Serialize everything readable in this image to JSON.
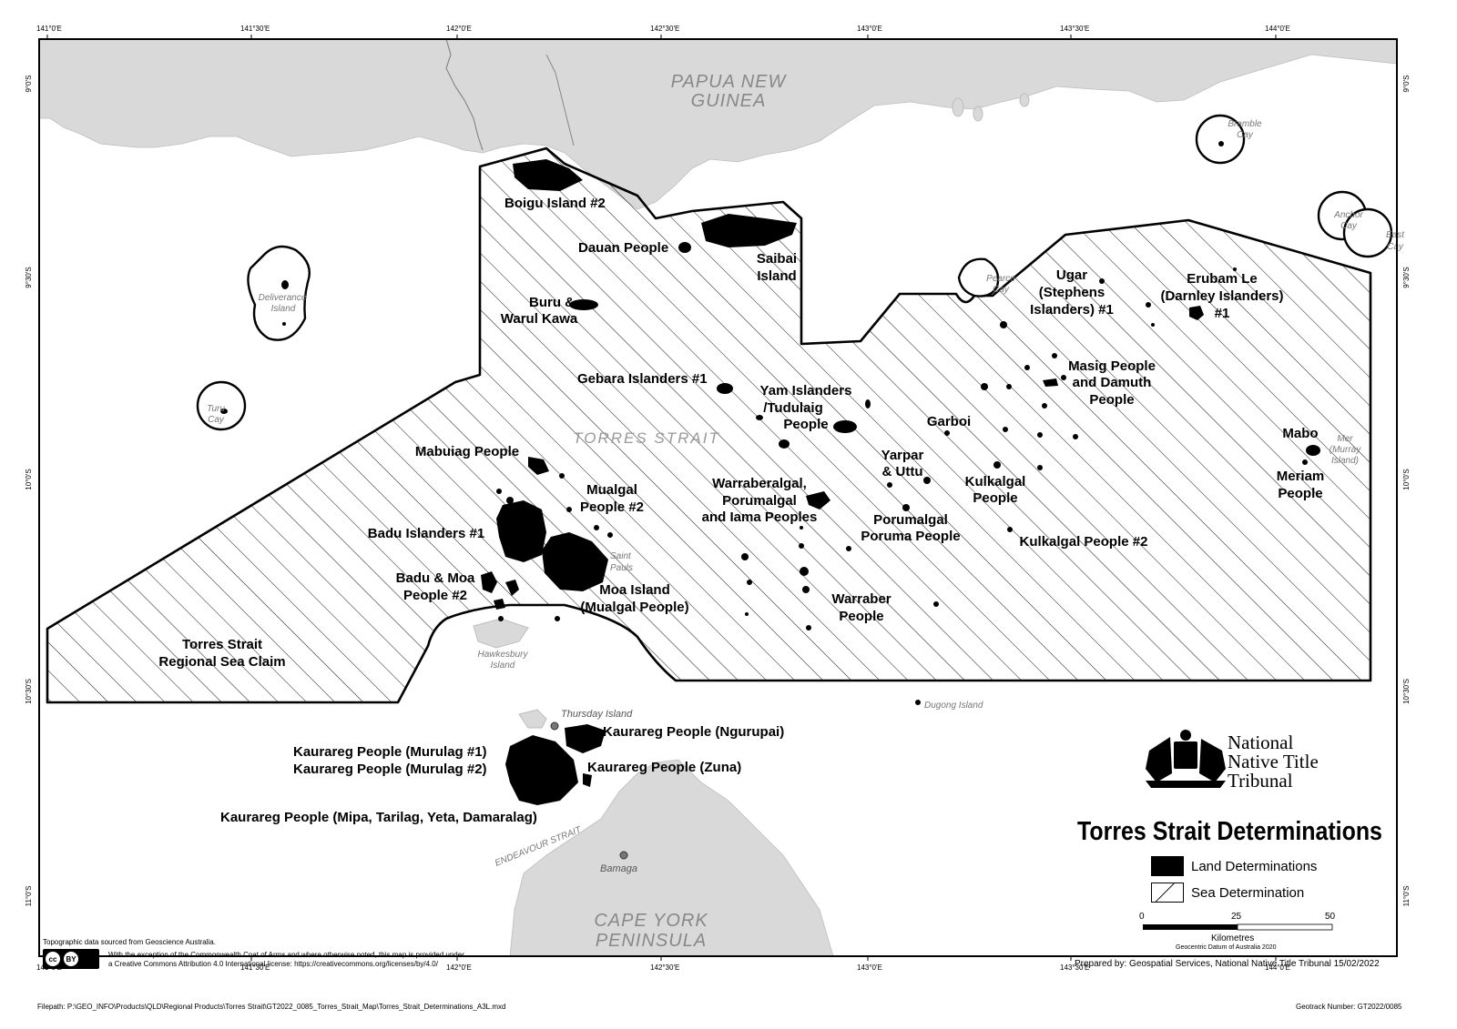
{
  "map": {
    "graticule": {
      "top_labels": [
        "141°0'E",
        "141°30'E",
        "142°0'E",
        "142°30'E",
        "143°0'E",
        "143°30'E",
        "144°0'E"
      ],
      "bottom_labels": [
        "141°0'E",
        "141°30'E",
        "142°0'E",
        "142°30'E",
        "143°0'E",
        "143°30'E",
        "144°0'E"
      ],
      "left_labels": [
        "9°0'S",
        "9°30'S",
        "10°0'S",
        "10°30'S",
        "11°0'S"
      ],
      "right_labels": [
        "9°0'S",
        "9°30'S",
        "10°0'S",
        "10°30'S",
        "11°0'S"
      ]
    },
    "regions": {
      "png": [
        "PAPUA NEW",
        "GUINEA"
      ],
      "cape_york": [
        "CAPE YORK",
        "PENINSULA"
      ],
      "torres_strait": "TORRES STRAIT",
      "endeavour_strait": "ENDEAVOUR   STRAIT"
    },
    "places": {
      "thursday_island": "Thursday Island",
      "bamaga": "Bamaga",
      "hawkesbury": [
        "Hawkesbury",
        "Island"
      ],
      "saint_pauls": [
        "Saint",
        "Pauls"
      ],
      "dugong": "Dugong Island",
      "deliverance": [
        "Deliverance",
        "Island"
      ],
      "turu": [
        "Turu",
        "Cay"
      ],
      "pearce": [
        "Pearce",
        "Cay"
      ],
      "bramble": [
        "Bramble",
        "Cay"
      ],
      "anchor": [
        "Anchor",
        "Cay"
      ],
      "east": [
        "East",
        "Cay"
      ],
      "mer": [
        "Mer",
        "(Murray",
        "Island)"
      ]
    },
    "determinations": {
      "boigu": "Boigu Island #2",
      "dauan": "Dauan People",
      "saibai": [
        "Saibai",
        "Island"
      ],
      "buru": [
        "Buru &",
        "Warul Kawa"
      ],
      "gebara": "Gebara Islanders #1",
      "yam": [
        "Yam Islanders",
        "/Tudulaig",
        "People"
      ],
      "mabuiag": "Mabuiag People",
      "mualgal2": [
        "Mualgal",
        "People #2"
      ],
      "badu1": "Badu Islanders #1",
      "badu_moa": [
        "Badu & Moa",
        "People #2"
      ],
      "moa": [
        "Moa Island",
        "(Mualgal People)"
      ],
      "warraberalgal": [
        "Warraberalgal,",
        "Porumalgal",
        "and Iama Peoples"
      ],
      "garboi": "Garboi",
      "yarpar": [
        "Yarpar",
        "& Uttu"
      ],
      "porumalgal": [
        "Porumalgal",
        "Poruma People"
      ],
      "warraber": [
        "Warraber",
        "People"
      ],
      "kulkalgal": [
        "Kulkalgal",
        "People"
      ],
      "kulkalgal2": "Kulkalgal People #2",
      "ugar": [
        "Ugar",
        "(Stephens",
        "Islanders) #1"
      ],
      "erubam": [
        "Erubam Le",
        "(Darnley Islanders)",
        "#1"
      ],
      "masig": [
        "Masig People",
        "and Damuth",
        "People"
      ],
      "mabo": "Mabo",
      "meriam": [
        "Meriam",
        "People"
      ],
      "sea_claim": [
        "Torres Strait",
        "Regional Sea Claim"
      ],
      "murulag1": "Kaurareg People (Murulag #1)",
      "murulag2": "Kaurareg People (Murulag #2)",
      "ngurupai": "Kaurareg People (Ngurupai)",
      "zuna": "Kaurareg People (Zuna)",
      "mipa": "Kaurareg People (Mipa, Tarilag, Yeta, Damaralag)"
    }
  },
  "agency": [
    "National",
    "Native Title",
    "Tribunal"
  ],
  "legend": {
    "title": "Torres Strait Determinations",
    "land": "Land Determinations",
    "sea": "Sea Determination"
  },
  "scale": {
    "ticks": [
      "0",
      "25",
      "50"
    ],
    "units": "Kilometres",
    "datum": "Geocentric Datum of Australia 2020"
  },
  "prepared_by": "Prepared by: Geospatial Services, National Native Title Tribunal  15/02/2022",
  "notes": {
    "topo": "Topographic data sourced from Geoscience Australia.",
    "license_line1": "With the exception of the Commonwealth Coat of Arms and where otherwise noted, this map is provided under",
    "license_line2": "a Creative Commons Attribution 4.0 International license: https://creativecommons.org/licenses/by/4.0/",
    "cc": "cc",
    "by": "BY"
  },
  "filepath": "Filepath: P:\\GEO_INFO\\Products\\QLD\\Regional Products\\Torres Strait\\GT2022_0085_Torres_Strait_Map\\Torres_Strait_Determinations_A3L.mxd",
  "geotrack": "Geotrack Number: GT2022/0085"
}
